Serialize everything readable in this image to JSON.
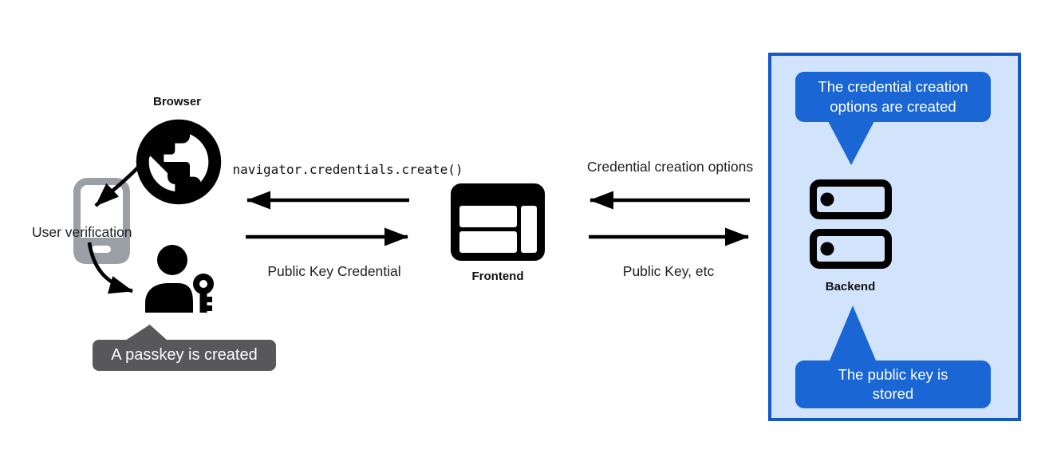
{
  "nodes": {
    "browser": {
      "label": "Browser"
    },
    "frontend": {
      "label": "Frontend"
    },
    "backend": {
      "label": "Backend"
    },
    "user_verification": "User verification"
  },
  "messages": {
    "frontend_to_browser": "navigator.credentials.create()",
    "browser_to_frontend": "Public Key Credential",
    "backend_to_frontend": "Credential creation options",
    "frontend_to_backend": "Public Key, etc"
  },
  "callouts": {
    "passkey": "A passkey is created",
    "credential_options": "The credential creation\noptions are created",
    "public_key_stored": "The public key is\nstored"
  },
  "icons": {
    "browser": "globe-icon",
    "device": "smartphone-icon",
    "user": "person-with-key-icon",
    "frontend": "browser-window-icon",
    "backend": "server-stack-icon"
  },
  "colors": {
    "diagram_black": "#000000",
    "label_text": "#202124",
    "phone_gray": "#9aa0a6",
    "tooltip_bg": "#58585b",
    "tooltip_text": "#ffffff",
    "backend_box_bg": "#d2e3fc",
    "backend_box_border": "#1656c9",
    "bubble_bg": "#1a66d4",
    "bubble_text": "#ffffff"
  }
}
